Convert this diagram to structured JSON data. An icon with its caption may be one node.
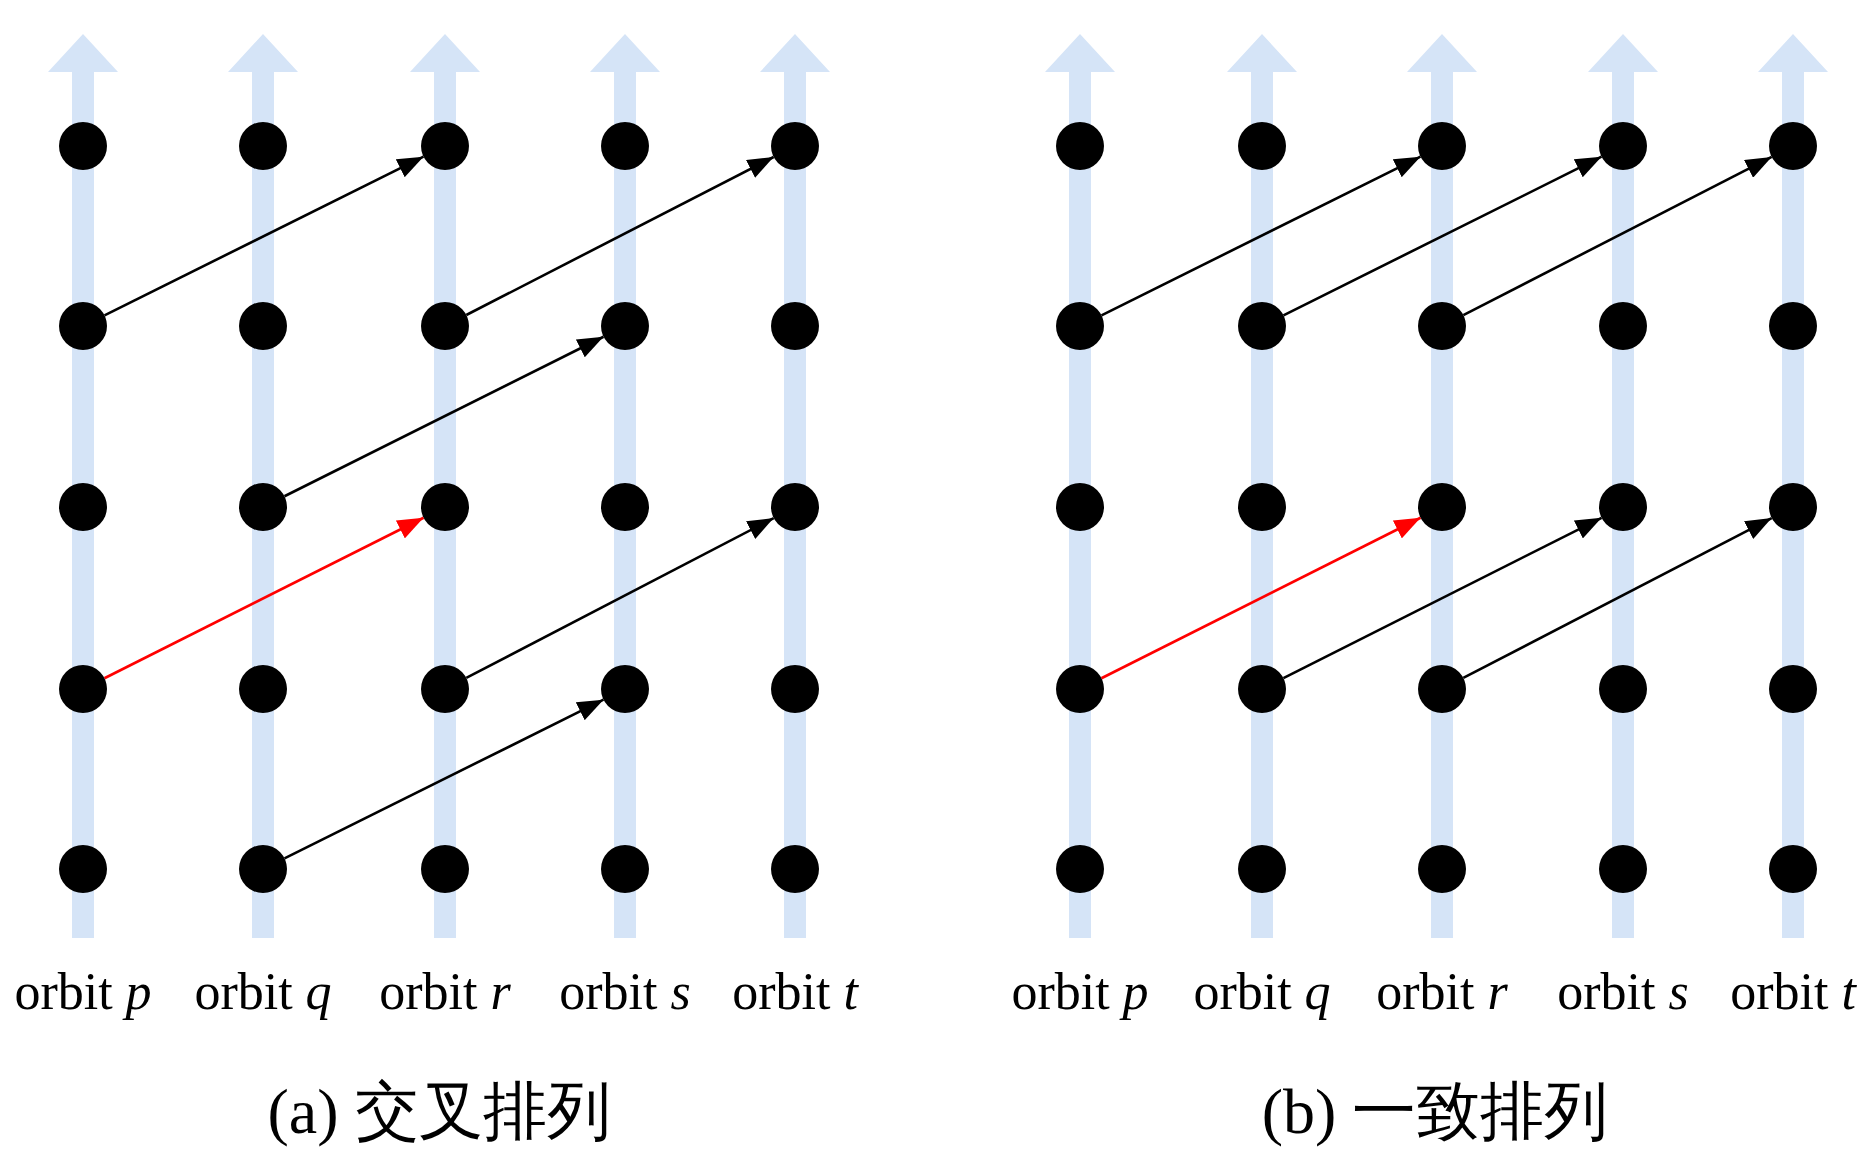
{
  "diagram": {
    "nodes": [
      {
        "text": [],
        "shape": "circle"
      },
      {
        "text": [],
        "shape": "circle"
      },
      {
        "text": [],
        "shape": "circle"
      },
      {
        "text": [],
        "shape": "circle"
      },
      {
        "text": [],
        "shape": "circle"
      },
      {
        "text": [],
        "shape": "circle"
      },
      {
        "text": [],
        "shape": "circle"
      },
      {
        "text": [],
        "shape": "circle"
      },
      {
        "text": [],
        "shape": "circle"
      },
      {
        "text": [],
        "shape": "circle"
      },
      {
        "text": [],
        "shape": "circle"
      },
      {
        "text": [],
        "shape": "circle"
      },
      {
        "text": [],
        "shape": "circle"
      },
      {
        "text": [],
        "shape": "circle"
      },
      {
        "text": [],
        "shape": "circle"
      },
      {
        "text": [],
        "shape": "circle"
      },
      {
        "text": [],
        "shape": "circle"
      },
      {
        "text": [],
        "shape": "circle"
      },
      {
        "text": [],
        "shape": "circle"
      },
      {
        "text": [],
        "shape": "circle"
      },
      {
        "text": [],
        "shape": "circle"
      },
      {
        "text": [],
        "shape": "circle"
      },
      {
        "text": [],
        "shape": "circle"
      },
      {
        "text": [],
        "shape": "circle"
      },
      {
        "text": [],
        "shape": "circle"
      },
      {
        "text": [],
        "shape": "circle"
      },
      {
        "text": [],
        "shape": "circle"
      },
      {
        "text": [],
        "shape": "circle"
      },
      {
        "text": [],
        "shape": "circle"
      },
      {
        "text": [],
        "shape": "circle"
      },
      {
        "text": [],
        "shape": "circle"
      },
      {
        "text": [],
        "shape": "circle"
      },
      {
        "text": [],
        "shape": "circle"
      },
      {
        "text": [],
        "shape": "circle"
      },
      {
        "text": [],
        "shape": "circle"
      },
      {
        "text": [],
        "shape": "circle"
      },
      {
        "text": [],
        "shape": "circle"
      },
      {
        "text": [],
        "shape": "circle"
      },
      {
        "text": [],
        "shape": "circle"
      },
      {
        "text": [],
        "shape": "circle"
      },
      {
        "text": [],
        "shape": "circle"
      },
      {
        "text": [],
        "shape": "circle"
      },
      {
        "text": [],
        "shape": "circle"
      },
      {
        "text": [],
        "shape": "circle"
      },
      {
        "text": [],
        "shape": "circle"
      },
      {
        "text": [],
        "shape": "circle"
      },
      {
        "text": [],
        "shape": "circle"
      },
      {
        "text": [],
        "shape": "circle"
      },
      {
        "text": [],
        "shape": "circle"
      },
      {
        "text": [],
        "shape": "circle"
      }
    ],
    "edges": [
      {
        "from": 5,
        "to": 2,
        "arrow": "to"
      },
      {
        "from": 7,
        "to": 4,
        "arrow": "to"
      },
      {
        "from": 11,
        "to": 8,
        "arrow": "to"
      },
      {
        "from": 15,
        "to": 12,
        "arrow": "to",
        "color": "#ff0000"
      },
      {
        "from": 17,
        "to": 14,
        "arrow": "to"
      },
      {
        "from": 21,
        "to": 18,
        "arrow": "to"
      },
      {
        "from": 30,
        "to": 27,
        "arrow": "to"
      },
      {
        "from": 31,
        "to": 28,
        "arrow": "to"
      },
      {
        "from": 32,
        "to": 29,
        "arrow": "to"
      },
      {
        "from": 40,
        "to": 37,
        "arrow": "to",
        "color": "#ff0000"
      },
      {
        "from": 41,
        "to": 38,
        "arrow": "to"
      },
      {
        "from": 42,
        "to": 39,
        "arrow": "to"
      }
    ],
    "labels": [
      "orbit *p*",
      "orbit *q*",
      "orbit *r*",
      "orbit *s*",
      "orbit *t*",
      "orbit *p*",
      "orbit *q*",
      "orbit *r*",
      "orbit *s*",
      "orbit *t*",
      "(a) 交叉排列",
      "(b) 一致排列"
    ]
  }
}
